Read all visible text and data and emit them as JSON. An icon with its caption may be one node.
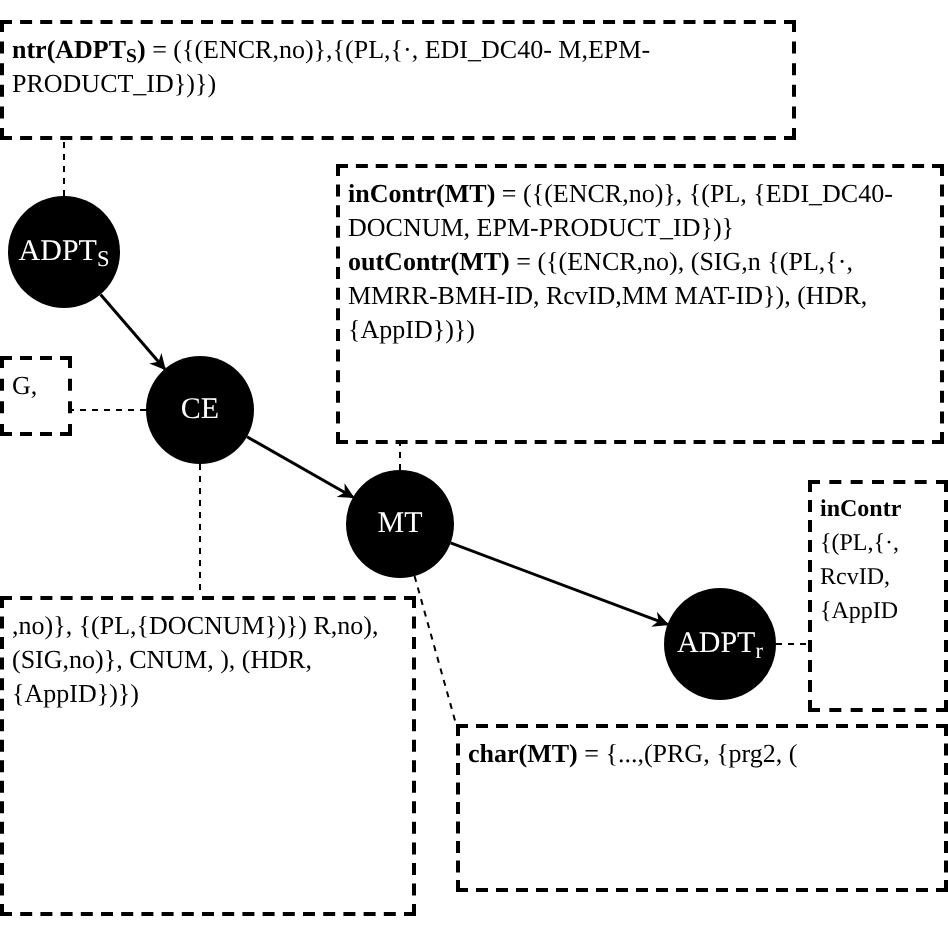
{
  "diagram": {
    "nodes": [
      {
        "text": [
          "**ntr(ADPT$_{S}$)** = ({(ENCR,no)},{(PL,{·, EDI_DC40- M,EPM-PRODUCT_ID})})"
        ]
      },
      {
        "text": [
          "ADPT$_{S}$"
        ]
      },
      {
        "text": [
          "G,"
        ]
      },
      {
        "text": [
          "CE"
        ]
      },
      {
        "text": [
          "**inContr(MT)** = ({(ENCR,no)}, {(PL, {EDI_DC40-DOCNUM, EPM-PRODUCT_ID})}",
          "**outContr(MT)** = ({(ENCR,no), (SIG,n {(PL,{·, MMRR-BMH-ID, RcvID,MM MAT-ID}), (HDR, {AppID})})"
        ]
      },
      {
        "text": [
          "MT"
        ]
      },
      {
        "text": [
          ",no)}, {(PL,{DOCNUM})}) R,no), (SIG,no)}, CNUM, ), (HDR,{AppID})})"
        ]
      },
      {
        "text": [
          "ADPT$_{r}$"
        ]
      },
      {
        "text": [
          "**inContr** {(PL,{·, RcvID, {AppID"
        ]
      },
      {
        "text": [
          "**char(MT)** = {...,(PRG, {prg2, ("
        ]
      }
    ],
    "edges": [
      {
        "from": 1,
        "to": 3,
        "arrow": "to"
      },
      {
        "from": 3,
        "to": 5,
        "arrow": "to"
      },
      {
        "from": 5,
        "to": 7,
        "arrow": "to"
      },
      {
        "from": 1,
        "to": 0,
        "arrow": "none",
        "style": "dashed"
      },
      {
        "from": 3,
        "to": 2,
        "arrow": "none",
        "style": "dashed"
      },
      {
        "from": 3,
        "to": 6,
        "arrow": "none",
        "style": "dashed"
      },
      {
        "from": 5,
        "to": 4,
        "arrow": "none",
        "style": "dashed"
      },
      {
        "from": 5,
        "to": 9,
        "arrow": "none",
        "style": "dashed"
      },
      {
        "from": 7,
        "to": 8,
        "arrow": "none",
        "style": "dashed"
      }
    ]
  }
}
